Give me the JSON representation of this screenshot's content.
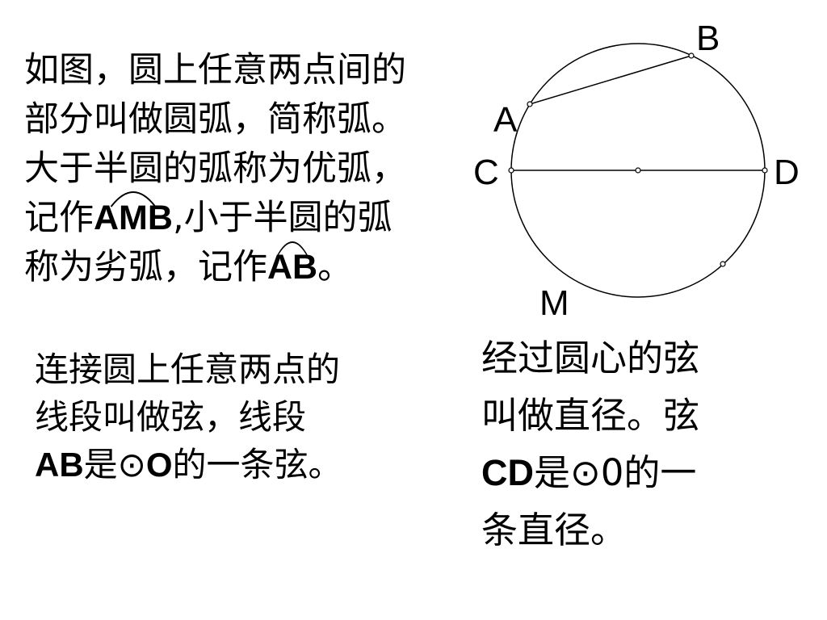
{
  "arc_text": {
    "line1": "如图，圆上任意两点间的",
    "line2": "部分叫做圆弧，简称弧。",
    "line3": "大于半圆的弧称为优弧，",
    "line4_pre": "记作",
    "line4_major": "AMB",
    "line4_post": ",小于半圆的弧",
    "line5_pre": "称为劣弧，记作",
    "line5_minor": "AB",
    "line5_post": "。"
  },
  "chord_text": {
    "line1": "连接圆上任意两点的",
    "line2": "线段叫做弦，线段",
    "line3_a": "AB",
    "line3_b": "是⊙",
    "line3_c": "O",
    "line3_d": "的一条弦。"
  },
  "diameter_text": {
    "line1": "经过圆心的弦",
    "line2": "叫做直径。弦",
    "line3_a": "CD",
    "line3_b": "是⊙0的一",
    "line4": "条直径。"
  },
  "diagram_labels": {
    "A": "A",
    "B": "B",
    "C": "C",
    "D": "D",
    "M": "M"
  }
}
